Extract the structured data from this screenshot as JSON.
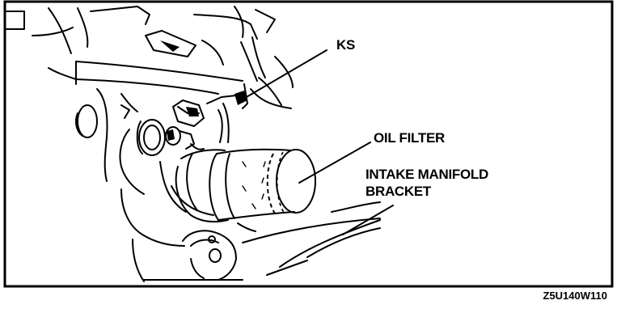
{
  "labels": {
    "ks": "KS",
    "oil_filter": "OIL FILTER",
    "intake_line1": "INTAKE MANIFOLD",
    "intake_line2": "BRACKET"
  },
  "figure_id": "Z5U140W110"
}
